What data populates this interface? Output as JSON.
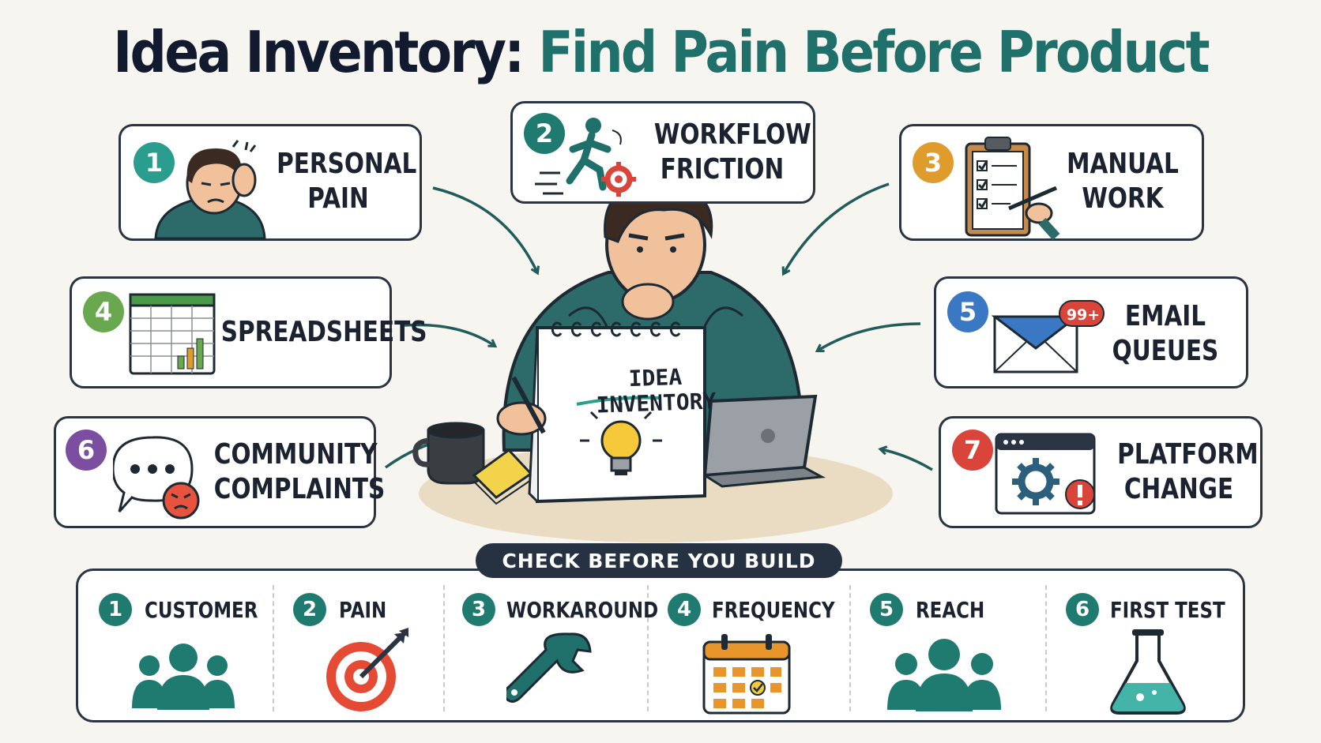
{
  "title": {
    "part1": "Idea Inventory:",
    "part2": "Find Pain Before Product"
  },
  "sources": [
    {
      "num": "1",
      "lines": [
        "PERSONAL",
        "PAIN"
      ],
      "color": "#2a9d8f",
      "icon": "headache-person-icon"
    },
    {
      "num": "2",
      "lines": [
        "WORKFLOW",
        "FRICTION"
      ],
      "color": "#1f7a6f",
      "icon": "running-figure-gear-icon"
    },
    {
      "num": "3",
      "lines": [
        "MANUAL",
        "WORK"
      ],
      "color": "#e09b2d",
      "icon": "clipboard-checklist-icon"
    },
    {
      "num": "4",
      "lines": [
        "SPREADSHEETS"
      ],
      "color": "#6aa84f",
      "icon": "spreadsheet-icon"
    },
    {
      "num": "5",
      "lines": [
        "EMAIL",
        "QUEUES"
      ],
      "color": "#3b78c3",
      "icon": "envelope-icon"
    },
    {
      "num": "6",
      "lines": [
        "COMMUNITY",
        "COMPLAINTS"
      ],
      "color": "#7b4ea0",
      "icon": "speech-bubble-angry-icon"
    },
    {
      "num": "7",
      "lines": [
        "PLATFORM",
        "CHANGE"
      ],
      "color": "#d9453b",
      "icon": "browser-gear-alert-icon"
    }
  ],
  "email_badge": "99+",
  "notepad": {
    "line1": "IDEA",
    "line2": "INVENTORY"
  },
  "checklist": {
    "heading": "CHECK BEFORE YOU BUILD",
    "items": [
      {
        "num": "1",
        "label": "CUSTOMER",
        "icon": "people-group-icon"
      },
      {
        "num": "2",
        "label": "PAIN",
        "icon": "target-arrow-icon"
      },
      {
        "num": "3",
        "label": "WORKAROUND",
        "icon": "wrench-icon"
      },
      {
        "num": "4",
        "label": "FREQUENCY",
        "icon": "calendar-icon"
      },
      {
        "num": "5",
        "label": "REACH",
        "icon": "people-group-icon"
      },
      {
        "num": "6",
        "label": "FIRST TEST",
        "icon": "flask-icon"
      }
    ]
  },
  "colors": {
    "teal": "#1f6f6a",
    "navy": "#111a2e",
    "hoodie": "#2c6b6a",
    "card_border": "#2a3442",
    "background": "#f7f5ef"
  }
}
